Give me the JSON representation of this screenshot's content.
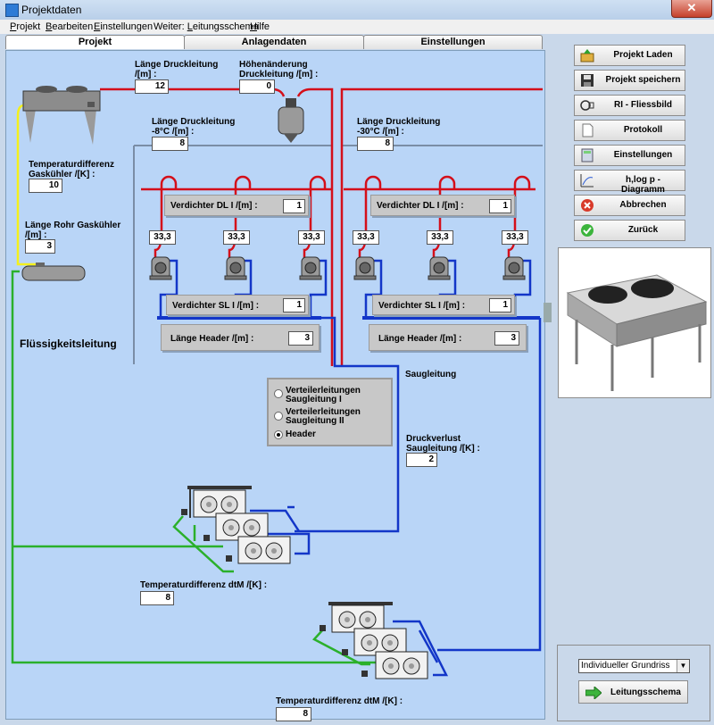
{
  "window": {
    "title": "Projektdaten",
    "close_glyph": "✕"
  },
  "menu": [
    {
      "pre": "",
      "u": "P",
      "post": "rojekt"
    },
    {
      "pre": "",
      "u": "B",
      "post": "earbeiten"
    },
    {
      "pre": "",
      "u": "E",
      "post": "instellungen"
    },
    {
      "pre": "Weiter: ",
      "u": "L",
      "post": "eitungsschema"
    },
    {
      "pre": "",
      "u": "H",
      "post": "ilfe"
    }
  ],
  "tabs": [
    "Projekt",
    "Anlagendaten",
    "Einstellungen"
  ],
  "sidebar": {
    "buttons": [
      {
        "label": "Projekt Laden",
        "icon": "folder-up-icon"
      },
      {
        "label": "Projekt speichern",
        "icon": "floppy-disk-icon"
      },
      {
        "label": "RI - Fliessbild",
        "icon": "flowchart-icon"
      },
      {
        "label": "Protokoll",
        "icon": "document-icon"
      },
      {
        "label": "Einstellungen",
        "icon": "calculator-icon"
      },
      {
        "label": "h,log p - Diagramm",
        "icon": "diagram-icon"
      },
      {
        "label": "Abbrechen",
        "icon": "cancel-icon"
      },
      {
        "label": "Zurück",
        "icon": "check-icon"
      }
    ],
    "select_value": "Individueller Grundriss",
    "schema_button": "Leitungsschema"
  },
  "fields": {
    "laenge_druckleitung_label_1": "Länge Druckleitung",
    "laenge_druckleitung_label_2": "/[m] :",
    "laenge_druckleitung": "12",
    "hoehen_label_1": "Höhenänderung",
    "hoehen_label_2": "Druckleitung /[m] :",
    "hoehen": "0",
    "dl8_label_1": "Länge Druckleitung",
    "dl8_label_2": "-8°C /[m] :",
    "dl8": "8",
    "dl30_label_1": "Länge Druckleitung",
    "dl30_label_2": "-30°C /[m] :",
    "dl30": "8",
    "tdiff_gk_label_1": "Temperaturdifferenz",
    "tdiff_gk_label_2": "Gaskühler /[K] :",
    "tdiff_gk": "10",
    "rohr_gk_label_1": "Länge Rohr Gaskühler",
    "rohr_gk_label_2": "/[m] :",
    "rohr_gk": "3",
    "fluessig": "Flüssigkeitsleitung",
    "verdichter_dl_label": "Verdichter DL I   /[m] :",
    "verdichter_dl_1": "1",
    "verdichter_dl_2": "1",
    "verdichter_sl_label": "Verdichter SL I   /[m] :",
    "verdichter_sl_1": "1",
    "verdichter_sl_2": "1",
    "header_label": "Länge Header  /[m] :",
    "header_1": "3",
    "header_2": "3",
    "comp_values": [
      "33,3",
      "33,3",
      "33,3",
      "33,3",
      "33,3",
      "33,3"
    ],
    "saugleitung": "Saugleitung",
    "druckverlust_label_1": "Druckverlust",
    "druckverlust_label_2": "Saugleitung  /[K] :",
    "druckverlust": "2",
    "tdiff_dtm_label_1": "Temperaturdifferenz dtM  /[K] :",
    "tdiff_dtm_1": "8",
    "tdiff_dtm_label_2": "Temperaturdifferenz dtM  /[K] :",
    "tdiff_dtm_2": "8"
  },
  "radio": {
    "options": [
      {
        "line1": "Verteilerleitungen",
        "line2": "Saugleitung I",
        "checked": false
      },
      {
        "line1": "Verteilerleitungen",
        "line2": "Saugleitung II",
        "checked": false
      },
      {
        "line1": "Header",
        "line2": "",
        "checked": true
      }
    ]
  },
  "colors": {
    "discharge": "#d40f1a",
    "suction": "#1336c8",
    "liquid": "#2bb02b",
    "gas": "#f4f01c"
  }
}
